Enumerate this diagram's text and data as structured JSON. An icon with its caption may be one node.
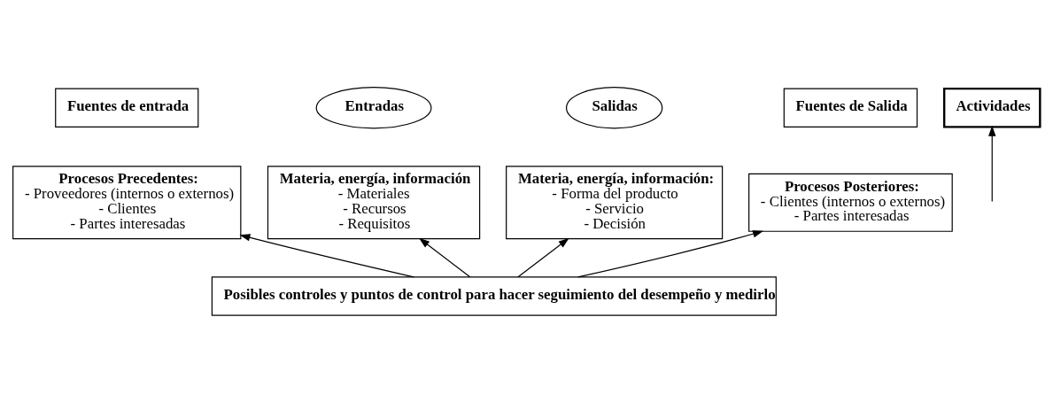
{
  "diagram": {
    "nodes": [
      {
        "text": [
          "Fuentes de entrada"
        ]
      },
      {
        "text": [
          "Procesos Precedentes:",
          "- Proveedores (internos o externos)",
          "- Clientes",
          "- Partes interesadas"
        ]
      },
      {
        "text": [
          "Entradas"
        ]
      },
      {
        "text": [
          "Materia, energía, información",
          "- Materiales",
          "- Recursos",
          "- Requisitos"
        ]
      },
      {
        "text": [
          "Actividades"
        ]
      },
      {
        "text": [
          "Salidas"
        ]
      },
      {
        "text": [
          "Materia, energía, información:",
          "- Forma del producto",
          "- Servicio",
          "- Decisión"
        ]
      },
      {
        "text": [
          "Fuentes de Salida"
        ]
      },
      {
        "text": [
          "Procesos Posteriores:",
          "- Clientes (internos o externos)",
          "- Partes interesadas"
        ]
      },
      {
        "text": [
          "Posibles controles y puntos de control para hacer seguimiento del desempeño y medirlo"
        ]
      }
    ],
    "edges": [
      {
        "from": 9,
        "to": 1,
        "arrow": "to"
      },
      {
        "from": 9,
        "to": 3,
        "arrow": "to"
      },
      {
        "from": null,
        "to": 4,
        "arrow": "to"
      },
      {
        "from": 9,
        "to": 6,
        "arrow": "to"
      },
      {
        "from": 9,
        "to": 8,
        "arrow": "to"
      }
    ]
  }
}
